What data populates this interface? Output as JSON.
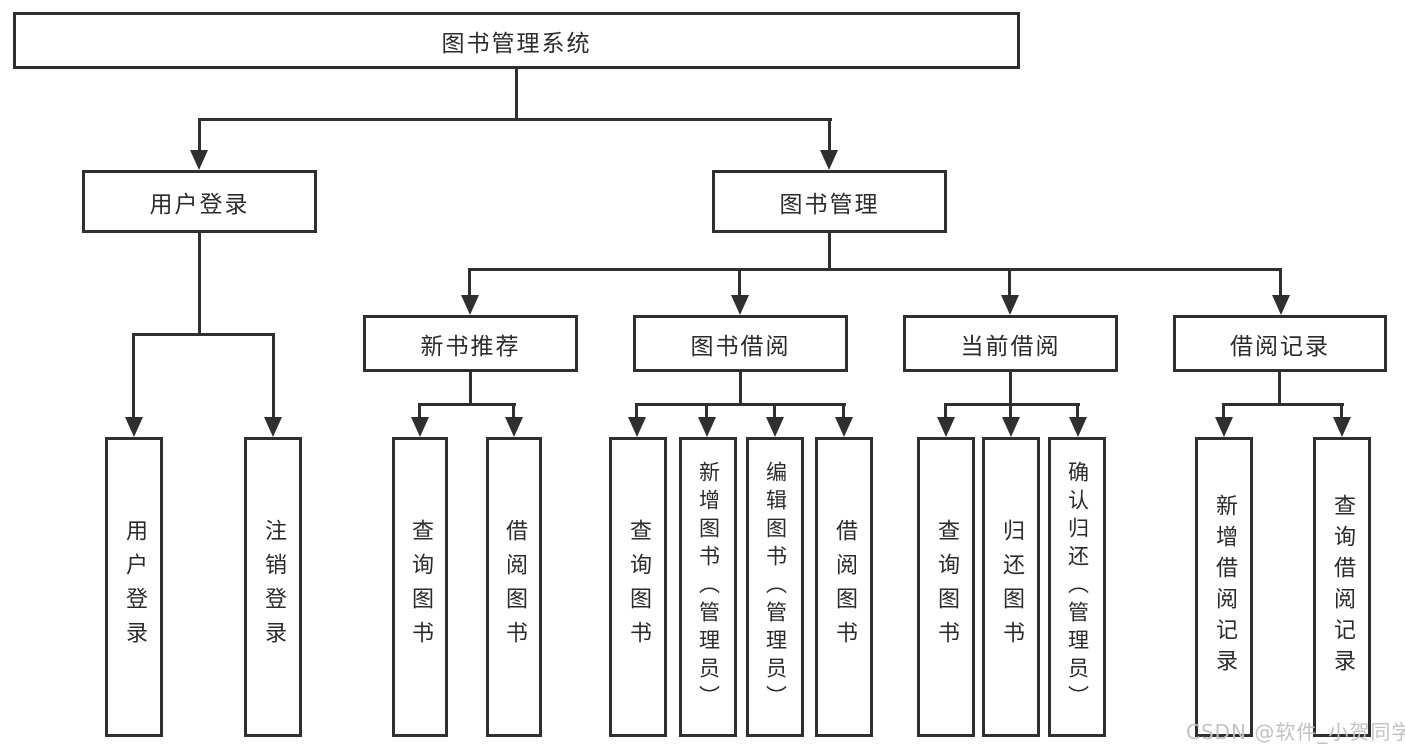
{
  "colors": {
    "line": "#2f2f2f",
    "text": "#2b2b2b",
    "box_fill": "#ffffff",
    "background": "#ffffff",
    "watermark": "#c2c2c2"
  },
  "nodes": {
    "root": "图书管理系统",
    "user_login": {
      "label": "用户登录",
      "children": [
        "用户登录",
        "注销登录"
      ]
    },
    "book_mgmt": {
      "label": "图书管理"
    },
    "groups": [
      {
        "label": "新书推荐",
        "children": [
          "查询图书",
          "借阅图书"
        ]
      },
      {
        "label": "图书借阅",
        "children": [
          "查询图书",
          "新增图书（管理员）",
          "编辑图书（管理员）",
          "借阅图书"
        ]
      },
      {
        "label": "当前借阅",
        "children": [
          "查询图书",
          "归还图书",
          "确认归还（管理员）"
        ]
      },
      {
        "label": "借阅记录",
        "children": [
          "新增借阅记录",
          "查询借阅记录"
        ]
      }
    ]
  },
  "watermark": {
    "text": "CSDN @软件_小贺同学"
  }
}
